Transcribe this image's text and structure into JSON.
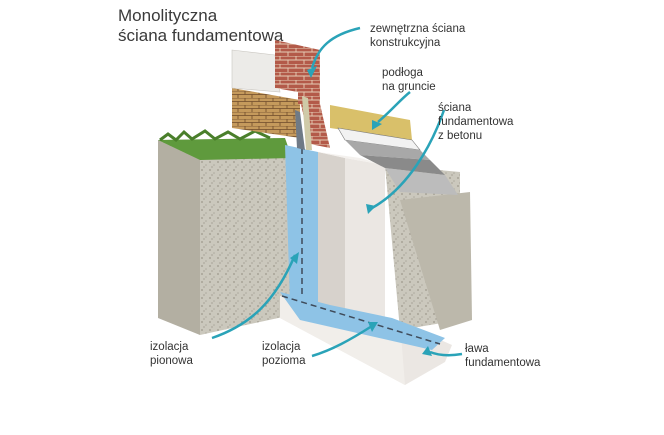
{
  "title": {
    "line1": "Monolityczna",
    "line2": "ściana fundamentowa"
  },
  "labels": {
    "exterior_wall": {
      "line1": "zewnętrzna ściana",
      "line2": "konstrukcyjna"
    },
    "ground_floor": {
      "line1": "podłoga",
      "line2": "na gruncie"
    },
    "foundation_wall": {
      "line1": "ściana",
      "line2": "fundamentowa",
      "line3": "z betonu"
    },
    "vertical_insulation": {
      "line1": "izolacja",
      "line2": "pionowa"
    },
    "horizontal_insulation": {
      "line1": "izolacja",
      "line2": "pozioma"
    },
    "footing": {
      "line1": "ława",
      "line2": "fundamentowa"
    }
  },
  "colors": {
    "leader_line": "#2aa3b8",
    "insulation": "#8ec3e6",
    "concrete": "#ebe7e3",
    "soil": "#c2bfb4",
    "grass": "#5f9a3d",
    "brick": "#b5574a"
  }
}
